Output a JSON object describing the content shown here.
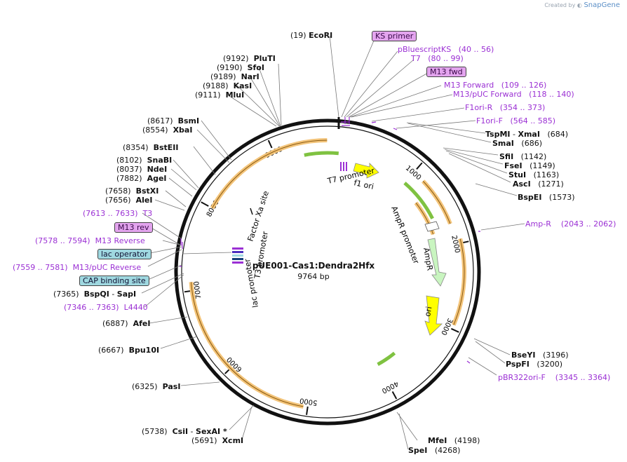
{
  "app": {
    "credit_prefix": "Created by",
    "credit_brand": "SnapGene"
  },
  "plasmid": {
    "name": "pUE001-Cas1:Dendra2Hfx",
    "size": "9764 bp"
  },
  "ruler": [
    "1000",
    "2000",
    "3000",
    "4000",
    "5000",
    "6000",
    "7000",
    "8000",
    "9000"
  ],
  "sites_right": [
    {
      "pos": "(19)",
      "name": "EcoRI"
    },
    {
      "name": "TspMI",
      "sep": " - ",
      "name2": "XmaI",
      "pos": "(684)"
    },
    {
      "name": "SmaI",
      "pos": "(686)"
    },
    {
      "name": "SfiI",
      "pos": "(1142)"
    },
    {
      "name": "FseI",
      "pos": "(1149)"
    },
    {
      "name": "StuI",
      "pos": "(1163)"
    },
    {
      "name": "AscI",
      "pos": "(1271)"
    },
    {
      "name": "BspEI",
      "pos": "(1573)"
    },
    {
      "name": "BseYI",
      "pos": "(3196)"
    },
    {
      "name": "PspFI",
      "pos": "(3200)"
    },
    {
      "name": "MfeI",
      "pos": "(4198)"
    },
    {
      "name": "SpeI",
      "pos": "(4268)"
    }
  ],
  "sites_left": [
    {
      "pos": "(9192)",
      "name": "PluTI"
    },
    {
      "pos": "(9190)",
      "name": "SfoI"
    },
    {
      "pos": "(9189)",
      "name": "NarI"
    },
    {
      "pos": "(9188)",
      "name": "KasI"
    },
    {
      "pos": "(9111)",
      "name": "MluI"
    },
    {
      "pos": "(8617)",
      "name": "BsmI"
    },
    {
      "pos": "(8554)",
      "name": "XbaI"
    },
    {
      "pos": "(8354)",
      "name": "BstEII"
    },
    {
      "pos": "(8102)",
      "name": "SnaBI"
    },
    {
      "pos": "(8037)",
      "name": "NdeI"
    },
    {
      "pos": "(7882)",
      "name": "AgeI"
    },
    {
      "pos": "(7658)",
      "name": "BstXI"
    },
    {
      "pos": "(7656)",
      "name": "AleI"
    },
    {
      "pos": "(7365)",
      "name": "BspQI",
      "sep": " - ",
      "name2": "SapI"
    },
    {
      "pos": "(6887)",
      "name": "AfeI"
    },
    {
      "pos": "(6667)",
      "name": "Bpu10I"
    },
    {
      "pos": "(6325)",
      "name": "PasI"
    },
    {
      "pos": "(5738)",
      "name": "CsiI",
      "sep": " - ",
      "name2": "SexAI *"
    },
    {
      "pos": "(5691)",
      "name": "XcmI"
    }
  ],
  "primers": [
    {
      "label": "pBluescriptKS",
      "range": "(40 .. 56)"
    },
    {
      "label": "T7",
      "range": "(80 .. 99)"
    },
    {
      "label": "M13 Forward",
      "range": "(109 .. 126)"
    },
    {
      "label": "M13/pUC Forward",
      "range": "(118 .. 140)"
    },
    {
      "label": "F1ori-R",
      "range": "(354 .. 373)"
    },
    {
      "label": "F1ori-F",
      "range": "(564 .. 585)"
    },
    {
      "label": "Amp-R",
      "range": "(2043 .. 2062)"
    },
    {
      "label": "pBR322ori-F",
      "range": "(3345 .. 3364)"
    },
    {
      "label": "T3",
      "range": "(7613 .. 7633)"
    },
    {
      "label": "M13 Reverse",
      "range": "(7578 .. 7594)"
    },
    {
      "label": "M13/pUC Reverse",
      "range": "(7559 .. 7581)"
    },
    {
      "label": "L4440",
      "range": "(7346 .. 7363)"
    }
  ],
  "boxed": {
    "ks_primer": "KS primer",
    "m13_fwd": "M13 fwd",
    "m13_rev": "M13 rev",
    "lac_operator": "lac operator",
    "cap_site": "CAP binding site"
  },
  "inner_features": {
    "f1_ori": "f1 ori",
    "t7_promoter": "T7 promoter",
    "factor_xa": "Factor Xa site",
    "t3_promoter": "T3 promoter",
    "lac_promoter": "lac promoter",
    "ampr_promoter": "AmpR promoter",
    "ampr": "AmpR",
    "ori": "ori"
  },
  "colors": {
    "backbone": "#111111",
    "orf": "#f3c47a",
    "primer": "#9b30d4",
    "promoter": "#7fc241",
    "ori": "#ffff00",
    "ampr": "#c9f5c0"
  }
}
